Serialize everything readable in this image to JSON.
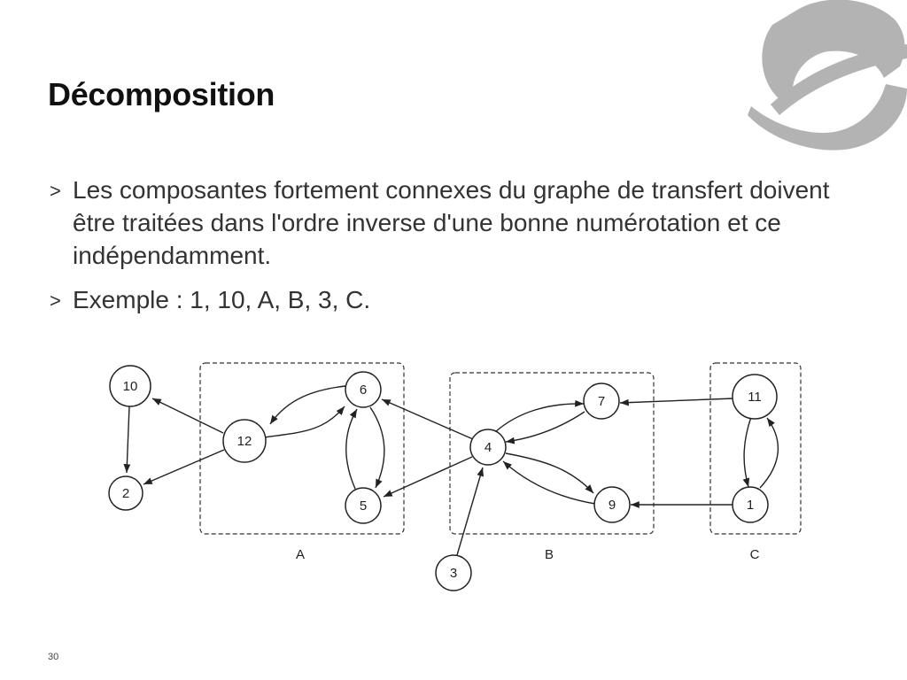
{
  "slide": {
    "title": "Décomposition",
    "page_number": "30",
    "logo_icon": "globe-logo-icon"
  },
  "bullets": [
    {
      "marker": ">",
      "text": "Les composantes fortement connexes du graphe de transfert doivent être traitées dans l'ordre inverse d'une bonne numérotation et ce indépendamment."
    },
    {
      "marker": ">",
      "text": "Exemple : 1, 10, A, B, 3, C."
    }
  ],
  "diagram": {
    "nodes": [
      "10",
      "2",
      "12",
      "6",
      "5",
      "4",
      "7",
      "9",
      "3",
      "11",
      "1"
    ],
    "groups": [
      "A",
      "B",
      "C"
    ],
    "edges": [
      [
        "12",
        "10"
      ],
      [
        "10",
        "2"
      ],
      [
        "12",
        "2"
      ],
      [
        "12",
        "6"
      ],
      [
        "6",
        "12"
      ],
      [
        "6",
        "5"
      ],
      [
        "5",
        "6"
      ],
      [
        "4",
        "6"
      ],
      [
        "4",
        "5"
      ],
      [
        "4",
        "7"
      ],
      [
        "7",
        "4"
      ],
      [
        "4",
        "9"
      ],
      [
        "9",
        "4"
      ],
      [
        "3",
        "4"
      ],
      [
        "11",
        "7"
      ],
      [
        "1",
        "9"
      ],
      [
        "11",
        "1"
      ],
      [
        "1",
        "11"
      ]
    ]
  },
  "colors": {
    "logo": "#b3b3b3",
    "text": "#333333"
  }
}
